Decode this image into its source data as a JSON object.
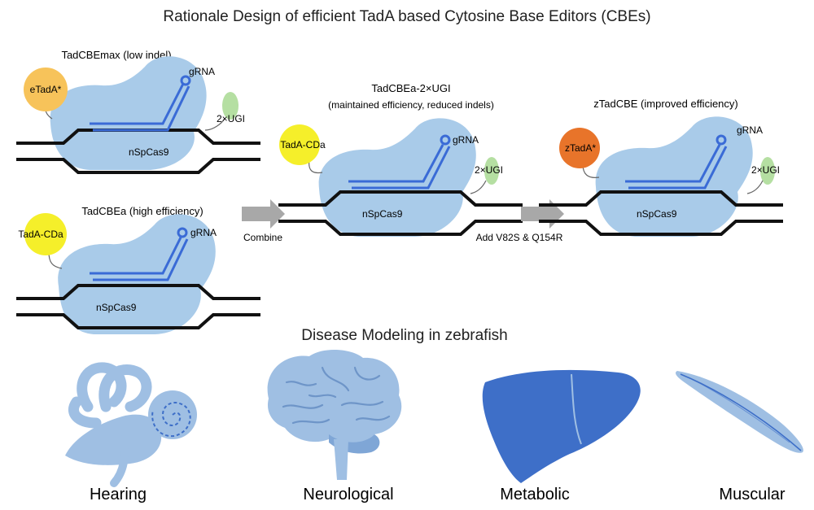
{
  "title": "Rationale Design of efficient TadA based Cytosine Base Editors (CBEs)",
  "editors": {
    "max": {
      "name": "TadCBEmax (low indel)",
      "deaminase": "eTadA*",
      "grna": "gRNA",
      "ugi": "2×UGI",
      "cas": "nSpCas9",
      "deaminase_color": "#f7c35a"
    },
    "a": {
      "name": "TadCBEa (high efficiency)",
      "deaminase": "TadA-CDa",
      "grna": "gRNA",
      "cas": "nSpCas9",
      "deaminase_color": "#f5ef2a"
    },
    "a2ugi": {
      "name": "TadCBEa-2×UGI",
      "subtitle": "(maintained efficiency, reduced indels)",
      "deaminase": "TadA-CDa",
      "grna": "gRNA",
      "ugi": "2×UGI",
      "cas": "nSpCas9",
      "deaminase_color": "#f5ef2a"
    },
    "z": {
      "name": "zTadCBE (improved efficiency)",
      "deaminase": "zTadA*",
      "grna": "gRNA",
      "ugi": "2×UGI",
      "cas": "nSpCas9",
      "deaminase_color": "#e8742a"
    }
  },
  "steps": {
    "combine": "Combine",
    "mutations": "Add V82S & Q154R"
  },
  "disease_section_title": "Disease Modeling in zebrafish",
  "diseases": [
    {
      "label": "Hearing",
      "icon": "inner-ear-icon"
    },
    {
      "label": "Neurological",
      "icon": "brain-icon"
    },
    {
      "label": "Metabolic",
      "icon": "liver-icon"
    },
    {
      "label": "Muscular",
      "icon": "muscle-icon"
    }
  ],
  "colors": {
    "cas_blob": "#a9cbe9",
    "grna": "#3a6bd6",
    "ugi": "#b5dfa2",
    "dna": "#111111",
    "arrow": "#a8a8a8",
    "organ_light": "#9fbfe3",
    "organ_dark": "#3e6fc8"
  }
}
